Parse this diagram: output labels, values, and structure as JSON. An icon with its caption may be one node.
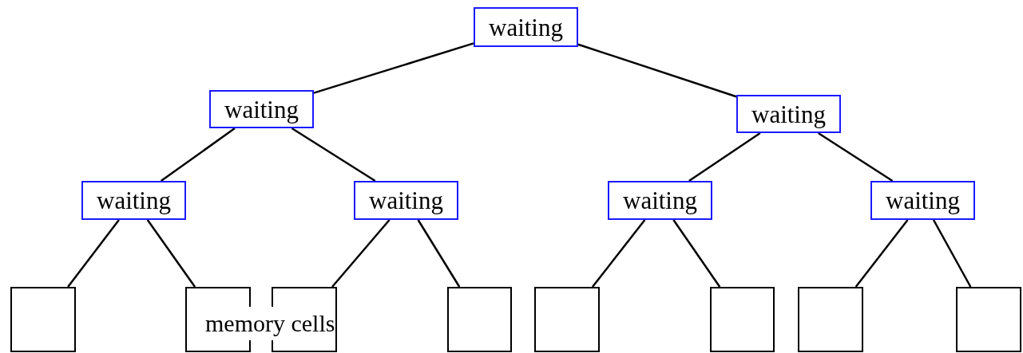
{
  "diagram": {
    "nodes": [
      {
        "text": [
          "waiting"
        ]
      },
      {
        "text": [
          "waiting"
        ]
      },
      {
        "text": [
          "waiting"
        ]
      },
      {
        "text": [
          "waiting"
        ]
      },
      {
        "text": [
          "waiting"
        ]
      },
      {
        "text": [
          "waiting"
        ]
      },
      {
        "text": [
          "waiting"
        ]
      },
      {
        "text": [],
        "shape": "box"
      },
      {
        "text": [],
        "shape": "box"
      },
      {
        "text": [],
        "shape": "box"
      },
      {
        "text": [],
        "shape": "box"
      },
      {
        "text": [],
        "shape": "box"
      },
      {
        "text": [],
        "shape": "box"
      },
      {
        "text": [],
        "shape": "box"
      },
      {
        "text": [],
        "shape": "box"
      }
    ],
    "edges": [
      {
        "from": 0,
        "to": 1,
        "arrow": "none"
      },
      {
        "from": 0,
        "to": 2,
        "arrow": "none"
      },
      {
        "from": 1,
        "to": 3,
        "arrow": "none"
      },
      {
        "from": 1,
        "to": 4,
        "arrow": "none"
      },
      {
        "from": 2,
        "to": 5,
        "arrow": "none"
      },
      {
        "from": 2,
        "to": 6,
        "arrow": "none"
      },
      {
        "from": 3,
        "to": 7,
        "arrow": "none"
      },
      {
        "from": 3,
        "to": 8,
        "arrow": "none"
      },
      {
        "from": 4,
        "to": 9,
        "arrow": "none"
      },
      {
        "from": 4,
        "to": 10,
        "arrow": "none"
      },
      {
        "from": 5,
        "to": 11,
        "arrow": "none"
      },
      {
        "from": 5,
        "to": 12,
        "arrow": "none"
      },
      {
        "from": 6,
        "to": 13,
        "arrow": "none"
      },
      {
        "from": 6,
        "to": 14,
        "arrow": "none"
      }
    ],
    "labels": [
      "memory cells"
    ]
  }
}
